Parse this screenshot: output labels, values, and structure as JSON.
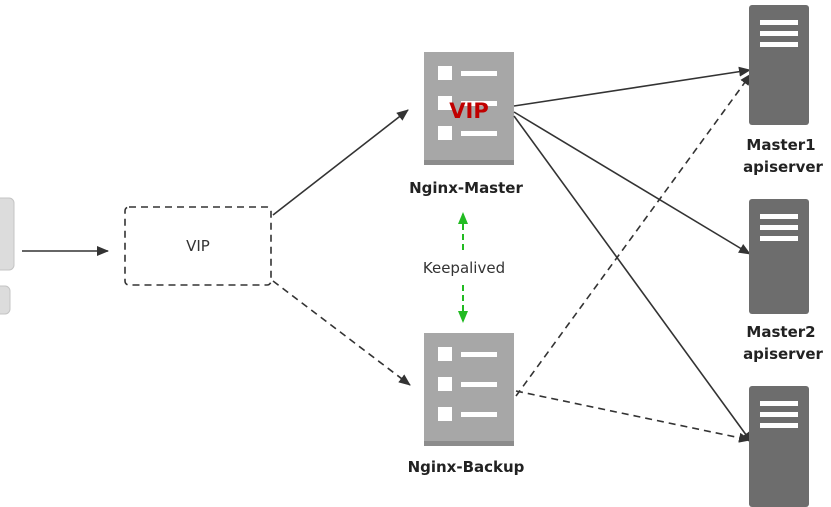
{
  "vip_box": {
    "label": "VIP"
  },
  "nginx_master": {
    "label": "Nginx-Master",
    "badge": "VIP"
  },
  "nginx_backup": {
    "label": "Nginx-Backup"
  },
  "keepalived": {
    "label": "Keepalived",
    "color": "#22bb22"
  },
  "servers": [
    {
      "line1": "Master1",
      "line2": "apiserver"
    },
    {
      "line1": "Master2",
      "line2": "apiserver"
    },
    {
      "line1": "",
      "line2": ""
    }
  ],
  "colors": {
    "server_gray": "#6d6d6d",
    "lb_gray": "#a7a7a7",
    "lb_base": "#8c8c8c",
    "arrow": "#333333",
    "vip_red": "#c00000"
  }
}
